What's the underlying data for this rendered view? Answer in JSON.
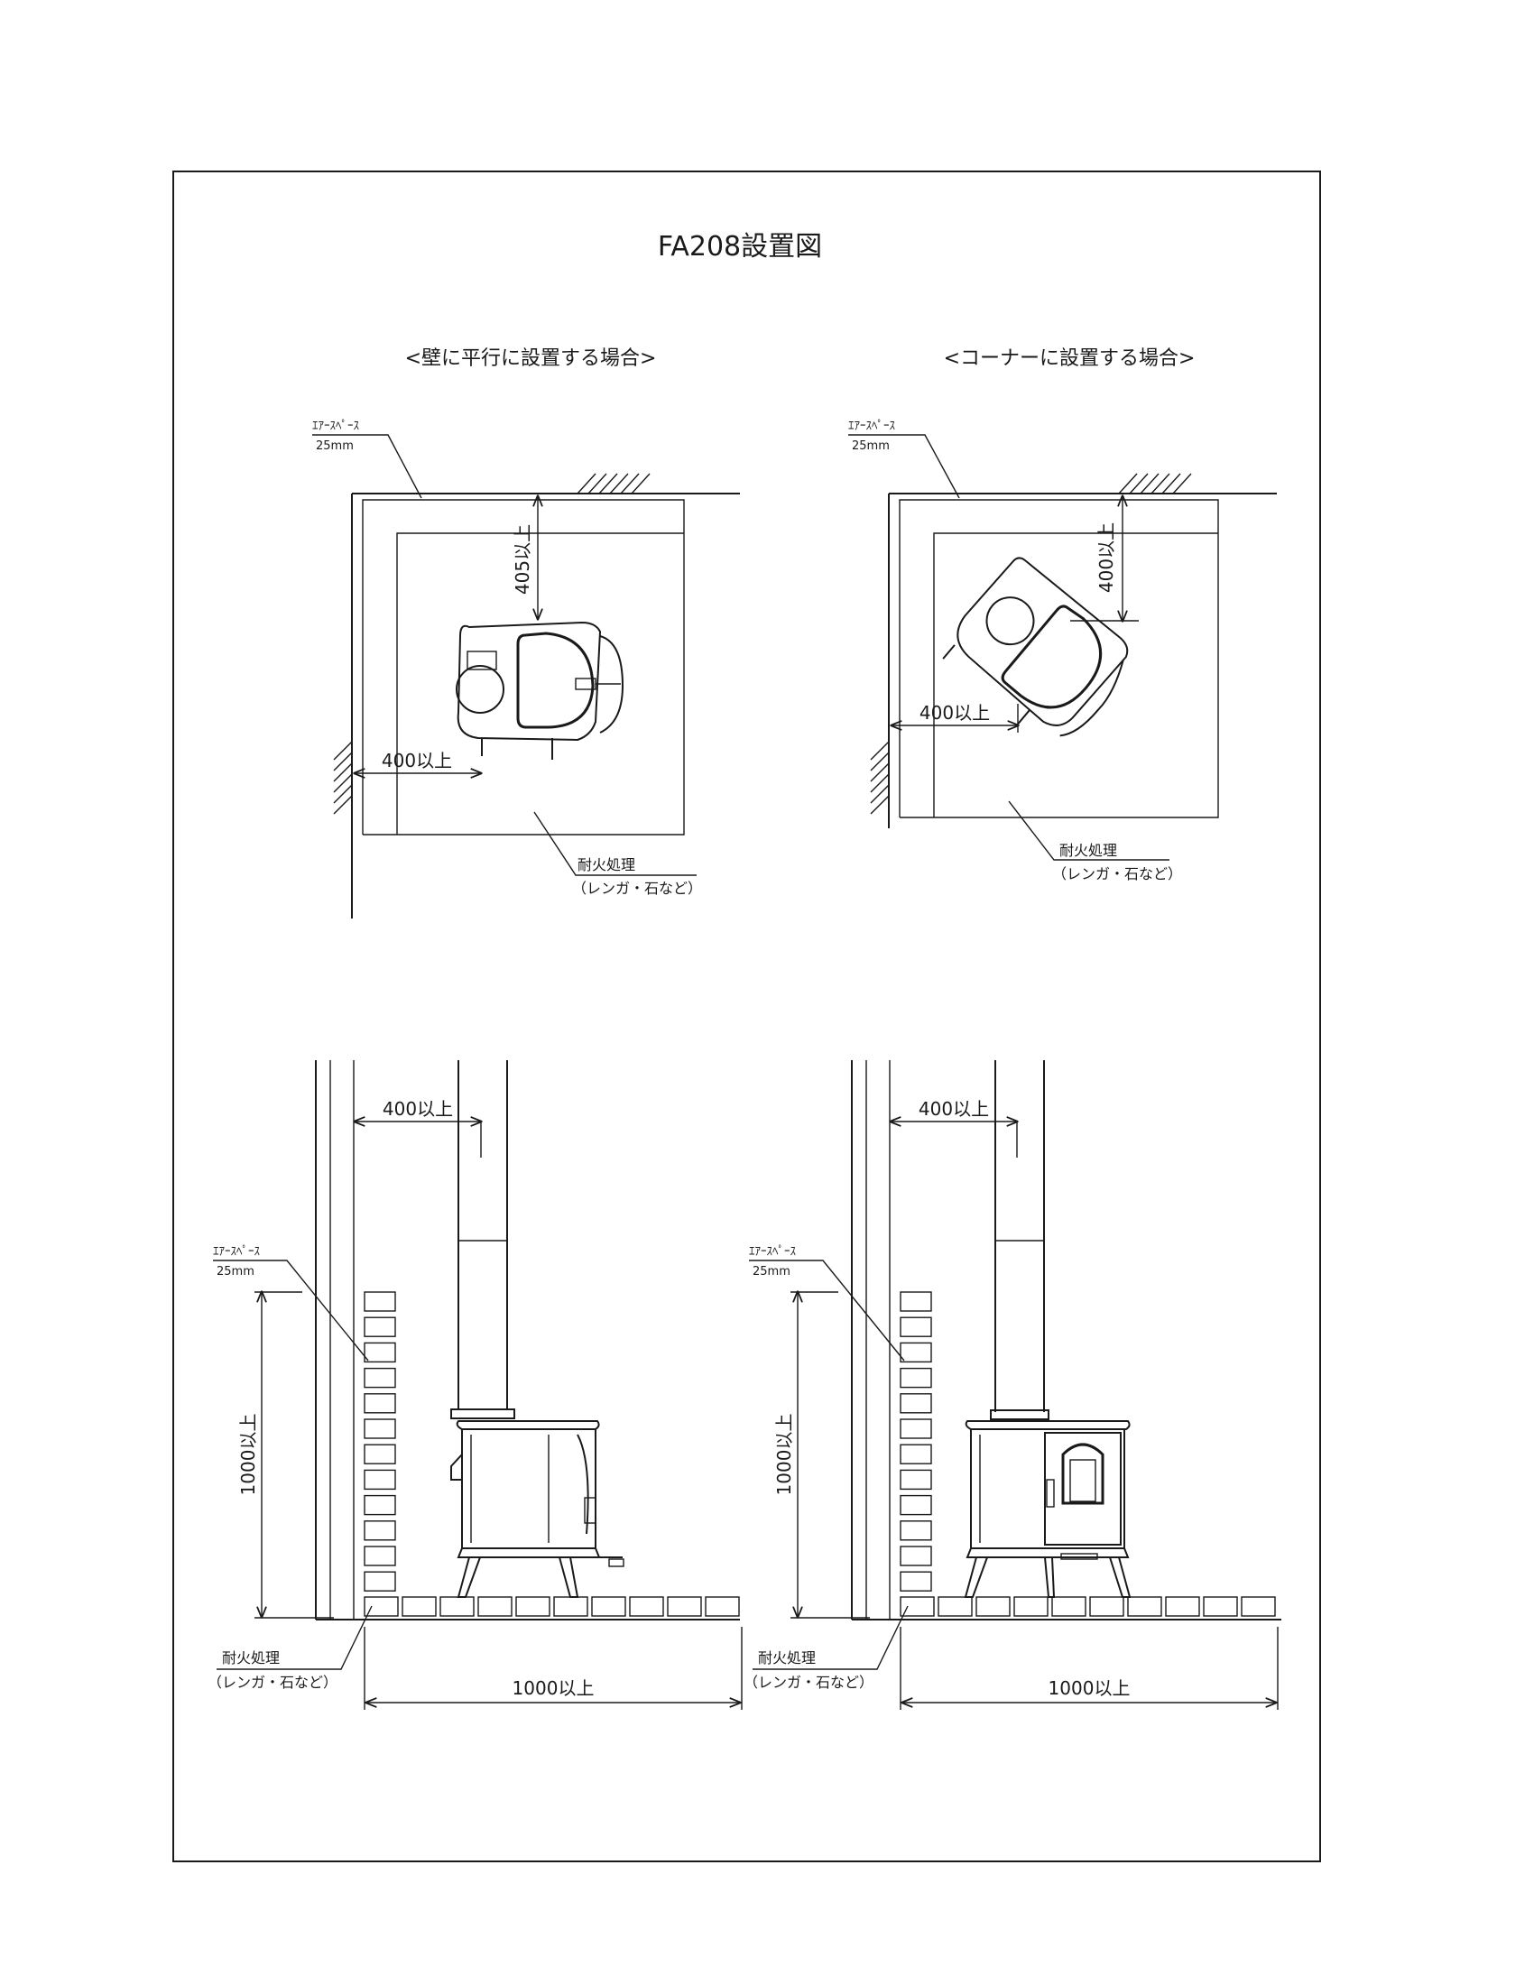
{
  "title": "FA208設置図",
  "views": {
    "parallel_title": "<壁に平行に設置する場合>",
    "corner_title": "<コーナーに設置する場合>"
  },
  "labels": {
    "air_space": "ｴｱｰｽﾍﾟｰｽ",
    "air_space_value": "25mm",
    "fireproof": "耐火処理",
    "fireproof_note": "（レンガ・石など）"
  },
  "dimensions": {
    "plan_parallel_back": "405以上",
    "plan_parallel_side": "400以上",
    "plan_corner_back": "400以上",
    "plan_corner_side": "400以上",
    "elev_left_top": "400以上",
    "elev_left_height": "1000以上",
    "elev_left_floor": "1000以上",
    "elev_right_top": "400以上",
    "elev_right_height": "1000以上",
    "elev_right_floor": "1000以上"
  }
}
